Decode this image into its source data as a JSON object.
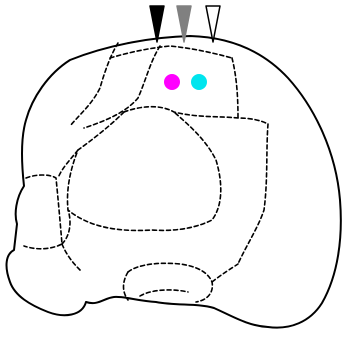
{
  "colors": {
    "background": "#ffffff",
    "outline": "#000000",
    "region_border": "#000000",
    "marker_black": "#000000",
    "marker_gray": "#808080",
    "marker_open_fill": "#ffffff",
    "marker_open_stroke": "#000000",
    "dot_magenta": "#ff00ff",
    "dot_cyan": "#00e5ee"
  },
  "markers": [
    {
      "id": "marker-black",
      "fill_key": "marker_black",
      "stroke_key": "marker_black",
      "icon": "filled-down-triangle"
    },
    {
      "id": "marker-gray",
      "fill_key": "marker_gray",
      "stroke_key": "marker_gray",
      "icon": "filled-down-triangle"
    },
    {
      "id": "marker-open",
      "fill_key": "marker_open_fill",
      "stroke_key": "marker_open_stroke",
      "icon": "open-down-triangle"
    }
  ],
  "dots": [
    {
      "id": "dot-magenta",
      "color_key": "dot_magenta"
    },
    {
      "id": "dot-cyan",
      "color_key": "dot_cyan"
    }
  ],
  "outline_style": "solid",
  "region_style": "dashed"
}
